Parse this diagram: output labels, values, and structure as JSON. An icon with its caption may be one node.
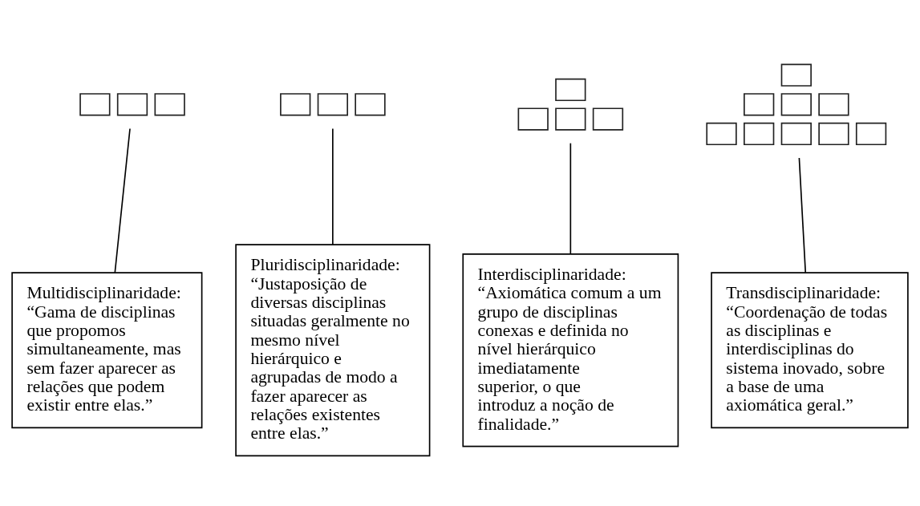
{
  "diagram": {
    "nodes": [
      {
        "text": [],
        "shape": "picture"
      },
      {
        "text": [],
        "shape": "picture"
      },
      {
        "text": [],
        "shape": "picture"
      },
      {
        "text": [],
        "shape": "picture"
      },
      {
        "text": [
          "Multidisciplinaridade:",
          "“Gama de disciplinas que propomos simultaneamente, mas sem fazer aparecer as relações que podem existir entre elas.”"
        ]
      },
      {
        "text": [
          "Pluridisciplinaridade:",
          "“Justaposição de diversas disciplinas situadas geralmente no mesmo nível hierárquico e agrupadas de modo a fazer aparecer as relações existentes entre elas.”"
        ]
      },
      {
        "text": [
          "Interdisciplinaridade:",
          "“Axiomática comum a um grupo de disciplinas conexas e definida no nível hierárquico imediatamente superior, o que introduz a noção de finalidade.”"
        ]
      },
      {
        "text": [
          "Transdisciplinaridade:",
          "“Coordenação de todas as disciplinas e interdisciplinas do sistema inovado, sobre a base de uma axiomática geral.”"
        ]
      }
    ],
    "edges": [
      {
        "from": 0,
        "to": 4,
        "arrow": "none"
      },
      {
        "from": 1,
        "to": 5,
        "arrow": "none"
      },
      {
        "from": 2,
        "to": 6,
        "arrow": "none"
      },
      {
        "from": 3,
        "to": 7,
        "arrow": "none"
      }
    ]
  }
}
